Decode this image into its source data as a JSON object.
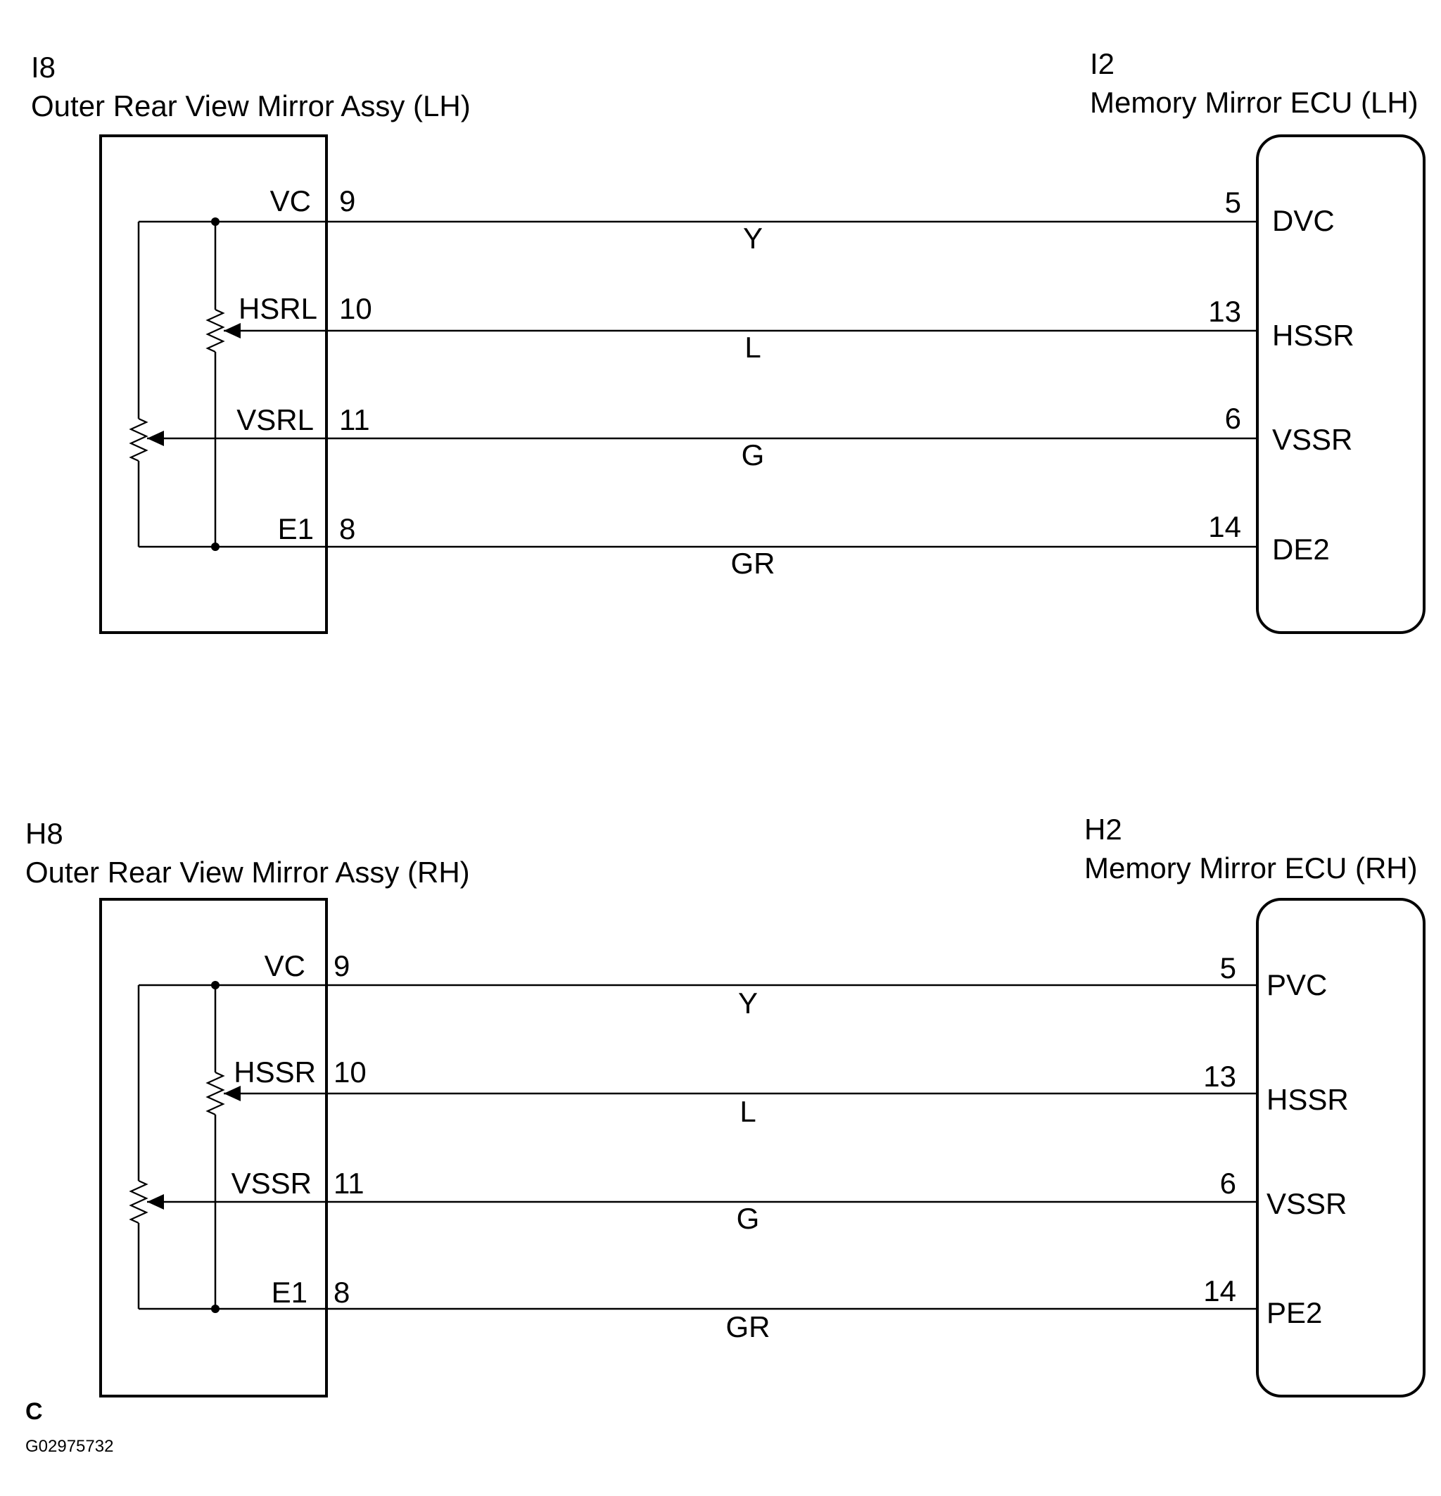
{
  "circuits": [
    {
      "component": {
        "code": "I8",
        "name": "Outer Rear View Mirror Assy (LH)"
      },
      "ecu": {
        "code": "I2",
        "name": "Memory Mirror ECU (LH)"
      },
      "wires": [
        {
          "comp_label": "VC",
          "comp_pin": "9",
          "color": "Y",
          "ecu_pin": "5",
          "ecu_label": "DVC"
        },
        {
          "comp_label": "HSRL",
          "comp_pin": "10",
          "color": "L",
          "ecu_pin": "13",
          "ecu_label": "HSSR"
        },
        {
          "comp_label": "VSRL",
          "comp_pin": "11",
          "color": "G",
          "ecu_pin": "6",
          "ecu_label": "VSSR"
        },
        {
          "comp_label": "E1",
          "comp_pin": "8",
          "color": "GR",
          "ecu_pin": "14",
          "ecu_label": "DE2"
        }
      ]
    },
    {
      "component": {
        "code": "H8",
        "name": "Outer Rear View Mirror Assy (RH)"
      },
      "ecu": {
        "code": "H2",
        "name": "Memory Mirror ECU (RH)"
      },
      "wires": [
        {
          "comp_label": "VC",
          "comp_pin": "9",
          "color": "Y",
          "ecu_pin": "5",
          "ecu_label": "PVC"
        },
        {
          "comp_label": "HSSR",
          "comp_pin": "10",
          "color": "L",
          "ecu_pin": "13",
          "ecu_label": "HSSR"
        },
        {
          "comp_label": "VSSR",
          "comp_pin": "11",
          "color": "G",
          "ecu_pin": "6",
          "ecu_label": "VSSR"
        },
        {
          "comp_label": "E1",
          "comp_pin": "8",
          "color": "GR",
          "ecu_pin": "14",
          "ecu_label": "PE2"
        }
      ]
    }
  ],
  "footer": {
    "letter": "C",
    "code": "G02975732"
  }
}
